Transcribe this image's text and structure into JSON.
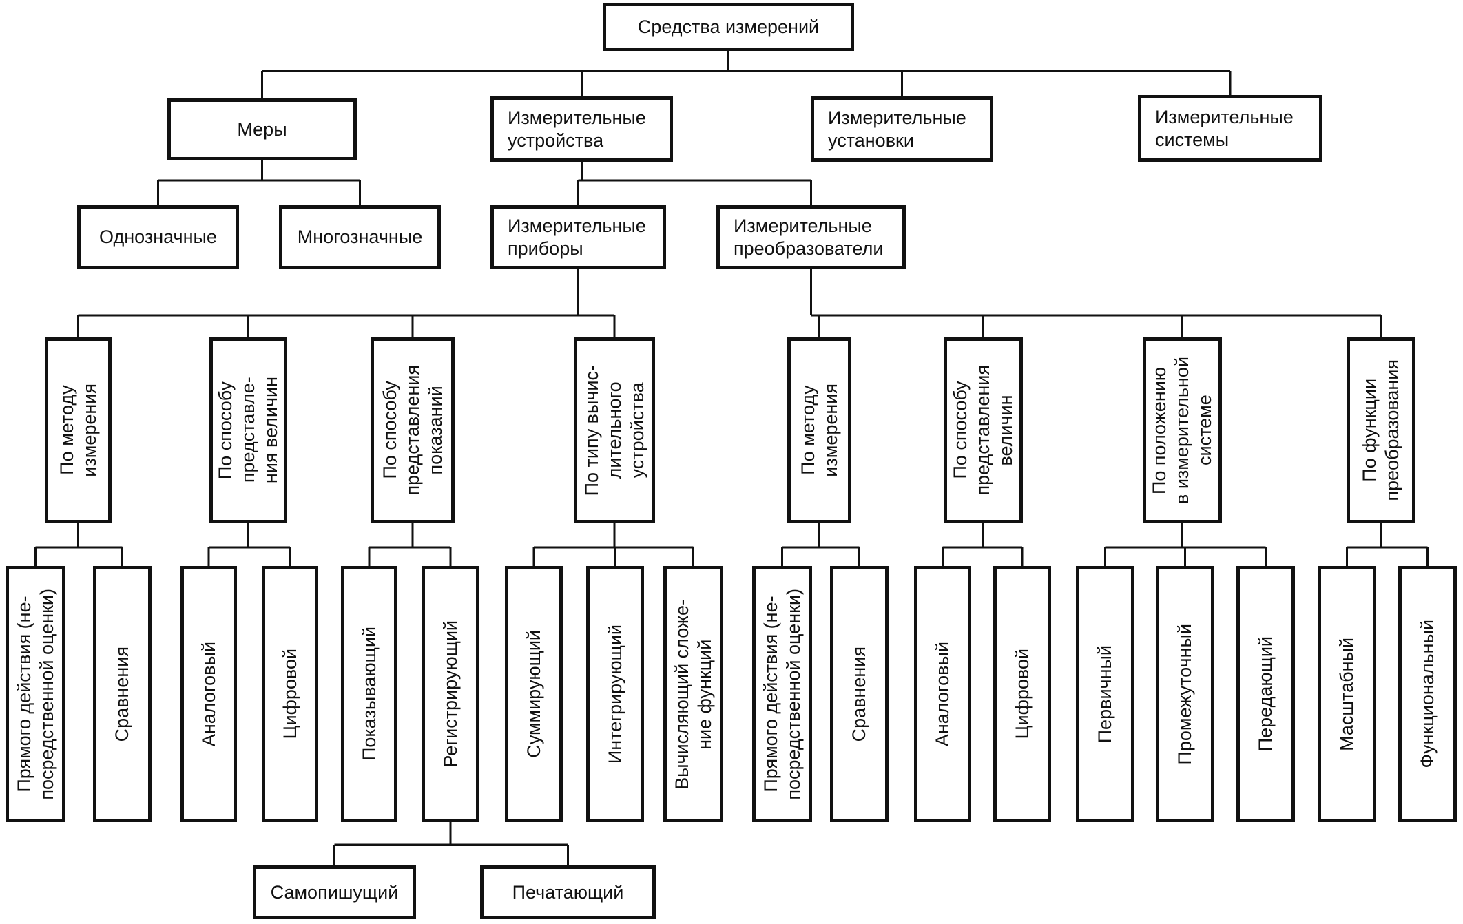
{
  "diagram": {
    "root": "Средства измерений",
    "level1": {
      "mery": "Меры",
      "ustroistva": "Измерительные\nустройства",
      "ustanovki": "Измерительные\nустановки",
      "sistemy": "Измерительные\nсистемы"
    },
    "mery_children": {
      "odnoznachnye": "Однозначные",
      "mnogoznachnye": "Многозначные"
    },
    "ustroistva_children": {
      "pribory": "Измерительные\nприборы",
      "preobrazovateli": "Измерительные\nпреобразователи"
    },
    "pribory_criteria": {
      "po_metodu": "По методу\nизмерения",
      "po_sposobu_velichin": "По способу\nпредставле-\nния величин",
      "po_sposobu_pokazanii": "По способу\nпредставления\nпоказаний",
      "po_tipu": "По типу вычис-\nлительного\nустройства"
    },
    "preobr_criteria": {
      "po_metodu": "По методу\nизмерения",
      "po_sposobu_velichin": "По способу\nпредставления\nвеличин",
      "po_polozheniyu": "По положению\nв измерительной\nсистеме",
      "po_funkcii": "По функции\nпреобразования"
    },
    "pribory_leaves": {
      "pryamogo": "Прямого действия (не-\nпосредственной оценки)",
      "sravneniya": "Сравнения",
      "analogovyi": "Аналоговый",
      "cifrovoi": "Цифровой",
      "pokazyvayushchii": "Показывающий",
      "registriruyushchii": "Регистрирующий",
      "summiruyushchii": "Суммирующий",
      "integriruyushchii": "Интегрирующий",
      "vychislyayushchii": "Вычисляющий сложе-\nние функций"
    },
    "preobr_leaves": {
      "pryamogo": "Прямого действия (не-\nпосредственной оценки)",
      "sravneniya": "Сравнения",
      "analogovyi": "Аналоговый",
      "cifrovoi": "Цифровой",
      "pervichnyi": "Первичный",
      "promezhutochnyi": "Промежуточный",
      "peredayushchii": "Передающий",
      "masshtabnyi": "Масштабный",
      "funkcionalnyi": "Функциональный"
    },
    "registr_children": {
      "samopishushchii": "Самопишущий",
      "pechatayushchii": "Печатающий"
    }
  }
}
